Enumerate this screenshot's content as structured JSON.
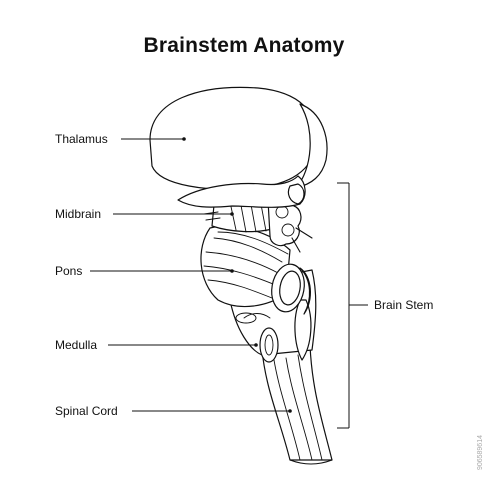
{
  "title": "Brainstem Anatomy",
  "labels": {
    "thalamus": "Thalamus",
    "midbrain": "Midbrain",
    "pons": "Pons",
    "medulla": "Medulla",
    "spinal_cord": "Spinal Cord",
    "brain_stem": "Brain Stem"
  },
  "watermark": "906589614"
}
